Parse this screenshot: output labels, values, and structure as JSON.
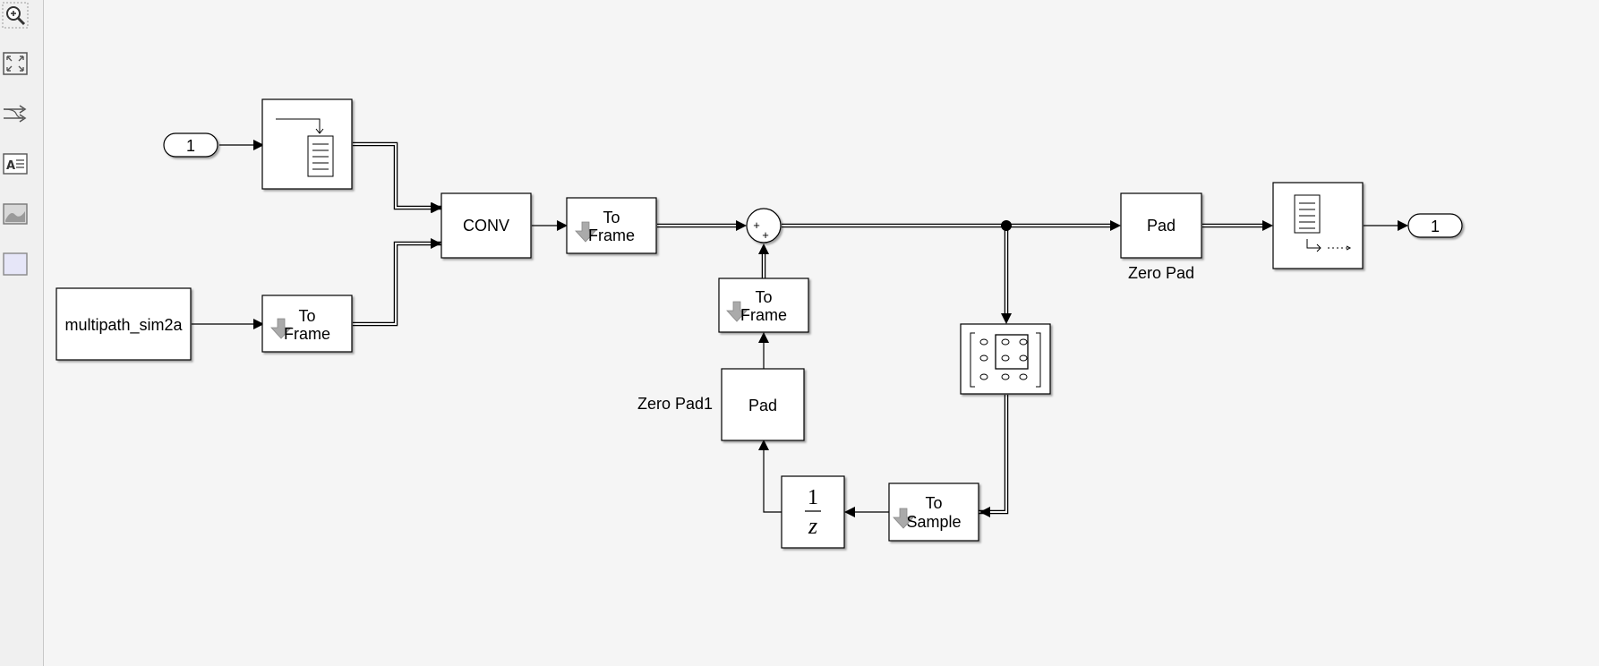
{
  "toolbar": {
    "items": [
      {
        "name": "zoom-icon"
      },
      {
        "name": "fit-to-view-icon"
      },
      {
        "name": "signal-routing-icon"
      },
      {
        "name": "annotation-icon"
      },
      {
        "name": "image-icon"
      },
      {
        "name": "area-icon"
      }
    ]
  },
  "diagram": {
    "inport": {
      "label": "1"
    },
    "outport": {
      "label": "1"
    },
    "source_block": {
      "label": "multipath_sim2a"
    },
    "to_frame_1": {
      "line1": "To",
      "line2": "Frame"
    },
    "to_frame_2": {
      "line1": "To",
      "line2": "Frame"
    },
    "to_frame_3": {
      "line1": "To",
      "line2": "Frame"
    },
    "to_sample": {
      "line1": "To",
      "line2": "Sample"
    },
    "conv": {
      "label": "CONV"
    },
    "sum": {
      "sign_top": "+",
      "sign_bottom": "+"
    },
    "zero_pad": {
      "label": "Pad",
      "name": "Zero Pad"
    },
    "zero_pad1": {
      "label": "Pad",
      "name": "Zero Pad1"
    },
    "unit_delay": {
      "numerator": "1",
      "denominator": "z"
    }
  }
}
